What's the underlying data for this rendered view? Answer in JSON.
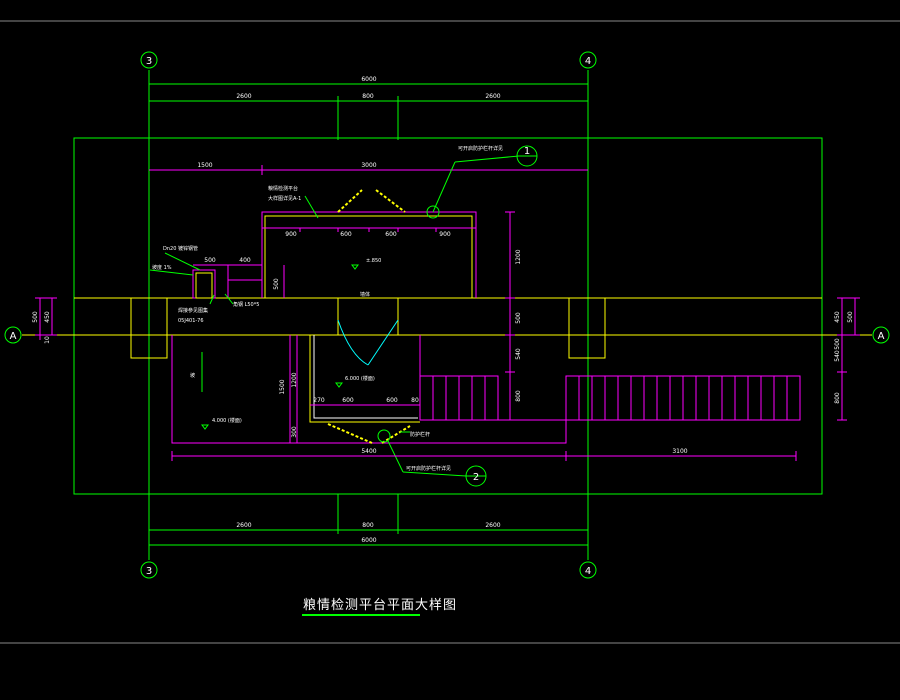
{
  "title": "粮情检测平台平面大样图",
  "colors": {
    "background": "#000000",
    "green": "#00ff00",
    "magenta": "#ff00ff",
    "yellow": "#ffff00",
    "cyan": "#00ffff",
    "white": "#ffffff"
  },
  "axes": {
    "col_3": "3",
    "col_4": "4",
    "row_a": "A",
    "sub_1": "1",
    "sub_2": "2"
  },
  "dims": {
    "top_overall": "6000",
    "top_left": "2600",
    "top_mid": "800",
    "top_right": "2600",
    "bottom_overall": "6000",
    "bottom_left": "2600",
    "bottom_mid": "800",
    "bottom_right": "2600",
    "upper_left": "1500",
    "upper_right": "3000",
    "platform_a": "900",
    "platform_b": "600",
    "platform_c": "600",
    "platform_d": "900",
    "lower_a": "270",
    "lower_b": "600",
    "lower_c": "600",
    "lower_d": "80",
    "inner_500": "500",
    "inner_400": "400",
    "inner_500b": "500",
    "right_1200": "1200",
    "right_500": "500",
    "right_540": "540",
    "right_800": "800",
    "left_1200": "1200",
    "left_1500": "1500",
    "left_300": "300",
    "base_5400": "5400",
    "base_3100": "3100",
    "side_left_500": "500",
    "side_left_450": "450",
    "side_left_10": "10",
    "side_right_450": "450",
    "side_right_500": "500",
    "side_right_500b": "500",
    "side_right_540": "540",
    "side_right_800": "800"
  },
  "labels": {
    "lbl_top_railing": "可开启防护栏杆详见",
    "lbl_platform": "粮情检测平台",
    "lbl_platform_ref": "大样图详见A-1",
    "lbl_steel": "Dn20 镀锌钢管",
    "lbl_slope_left": "坡度 1%",
    "lbl_angle": "角钢 L50*5",
    "lbl_weld": "焊接参见图集",
    "lbl_weld_ref": "05J401-76",
    "lbl_elev_platform": "±.850",
    "lbl_wall": "墙体",
    "lbl_elev_low": "6.000 (楼面)",
    "lbl_elev_left": "4.000 (楼面)",
    "lbl_rail_low": "防护栏杆",
    "lbl_bottom_railing": "可开启防护栏杆详见",
    "lbl_left_vert": "坡"
  }
}
